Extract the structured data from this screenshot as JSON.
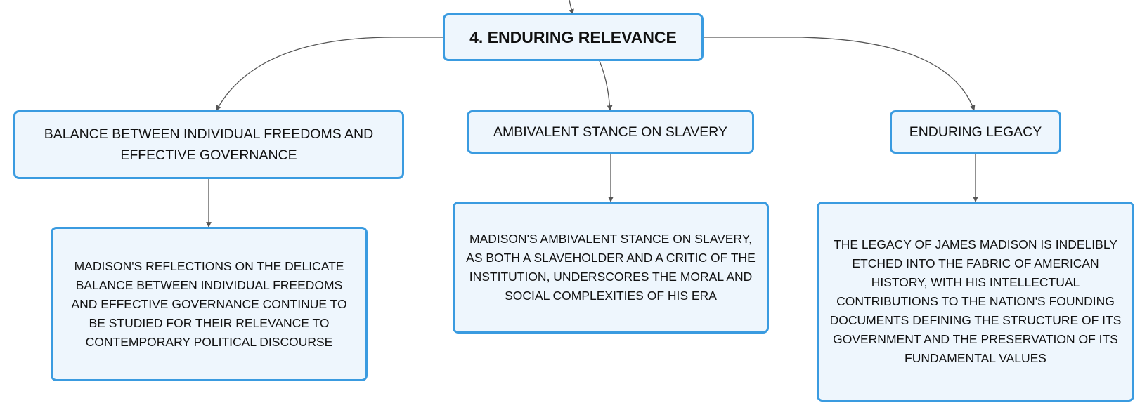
{
  "mindmap": {
    "root": {
      "label": "4. ENDURING RELEVANCE"
    },
    "branches": [
      {
        "label": "BALANCE BETWEEN INDIVIDUAL FREEDOMS AND EFFECTIVE GOVERNANCE",
        "detail": "MADISON'S REFLECTIONS ON THE DELICATE BALANCE BETWEEN INDIVIDUAL FREEDOMS AND EFFECTIVE GOVERNANCE CONTINUE TO BE STUDIED FOR THEIR RELEVANCE TO CONTEMPORARY POLITICAL DISCOURSE"
      },
      {
        "label": "AMBIVALENT STANCE ON SLAVERY",
        "detail": "MADISON'S AMBIVALENT STANCE ON SLAVERY, AS BOTH A SLAVEHOLDER AND A CRITIC OF THE INSTITUTION, UNDERSCORES THE MORAL AND SOCIAL COMPLEXITIES OF HIS ERA"
      },
      {
        "label": "ENDURING LEGACY",
        "detail": "THE LEGACY OF JAMES MADISON IS INDELIBLY ETCHED INTO THE FABRIC OF AMERICAN HISTORY, WITH HIS INTELLECTUAL CONTRIBUTIONS TO THE NATION'S FOUNDING DOCUMENTS DEFINING THE STRUCTURE OF ITS GOVERNMENT AND THE PRESERVATION OF ITS FUNDAMENTAL VALUES"
      }
    ]
  },
  "colors": {
    "node_border": "#3a9be0",
    "node_fill": "#eef6fd",
    "connector": "#555555",
    "text": "#111111"
  }
}
